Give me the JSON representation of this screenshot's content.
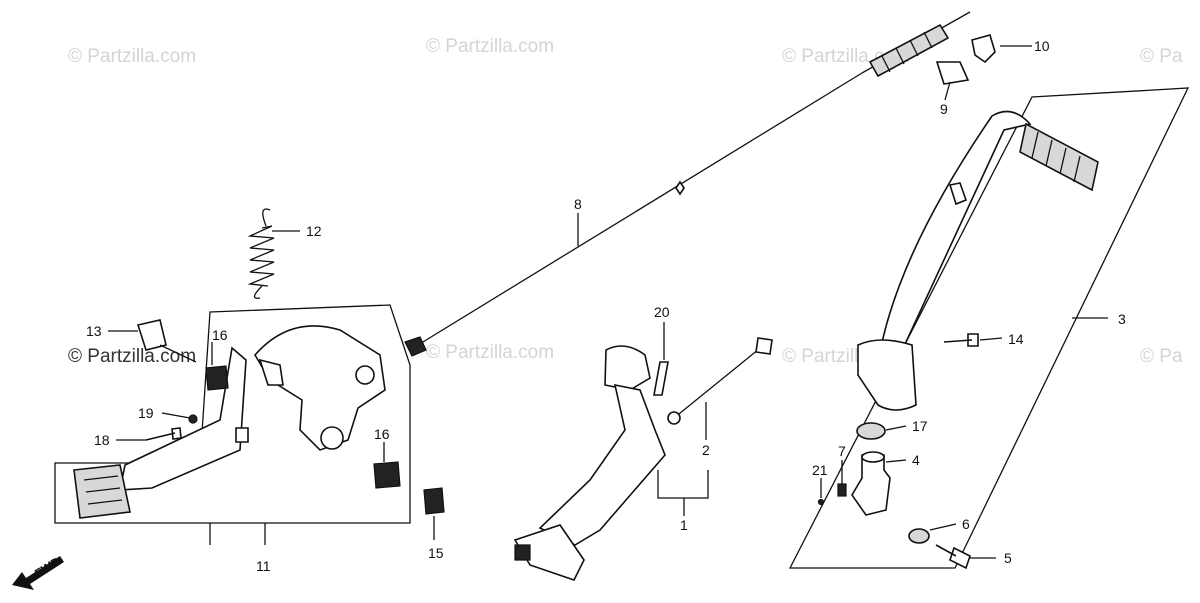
{
  "watermarks": {
    "w1": "© Partzilla.com",
    "w2": "© Partzilla.com",
    "w3": "© Partzilla.com",
    "w4": "© Pa",
    "w5": "© Partzilla.com",
    "w6": "© Partzilla.com",
    "w7": "© Partzilla.com",
    "w8": "© Pa"
  },
  "callouts": {
    "p1": "1",
    "p2": "2",
    "p3": "3",
    "p4": "4",
    "p5": "5",
    "p6": "6",
    "p7": "7",
    "p8": "8",
    "p9": "9",
    "p10": "10",
    "p11": "11",
    "p12": "12",
    "p13": "13",
    "p14": "14",
    "p15": "15",
    "p16a": "16",
    "p16b": "16",
    "p17": "17",
    "p18": "18",
    "p19": "19",
    "p20": "20",
    "p21": "21"
  },
  "fwd_label": "FWD"
}
